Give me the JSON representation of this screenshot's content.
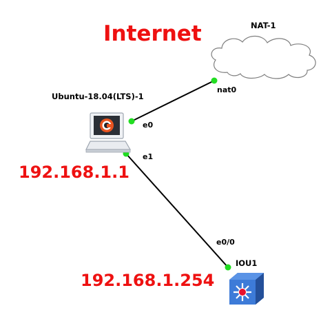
{
  "topology": {
    "annotations": {
      "internet": "Internet",
      "ubuntu_ip": "192.168.1.1",
      "iou_ip": "192.168.1.254"
    },
    "nodes": {
      "nat": {
        "label": "NAT-1",
        "icon": "cloud-icon"
      },
      "ubuntu": {
        "label": "Ubuntu-18.04(LTS)-1",
        "icon": "computer-icon"
      },
      "iou": {
        "label": "IOU1",
        "icon": "switch-icon"
      }
    },
    "ports": {
      "nat0": "nat0",
      "ubuntu_e0": "e0",
      "ubuntu_e1": "e1",
      "iou_e0_0": "e0/0"
    },
    "colors": {
      "annotation": "#ee1111",
      "link_status_up": "#22dd22",
      "link": "#000000",
      "switch_body": "#3d7bd8"
    }
  }
}
